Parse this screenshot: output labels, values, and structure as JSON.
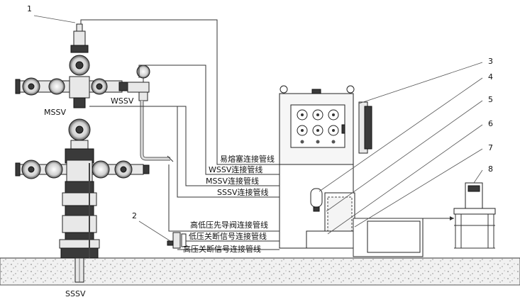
{
  "callouts": [
    "1",
    "2",
    "3",
    "4",
    "5",
    "6",
    "7",
    "8"
  ],
  "valve_tags": {
    "mssv": "MSSV",
    "wssv": "WSSV",
    "sssv": "SSSV"
  },
  "line_labels": {
    "fusible_plug": "易熔塞连接管线",
    "wssv_line": "WSSV连接管线",
    "mssv_line": "MSSV连接管线",
    "sssv_line": "SSSV连接管线",
    "pilot_line": "高低压先导阀连接管线",
    "low_signal": "低压关断信号连接管线",
    "high_signal": "高压关断信号连接管线"
  }
}
